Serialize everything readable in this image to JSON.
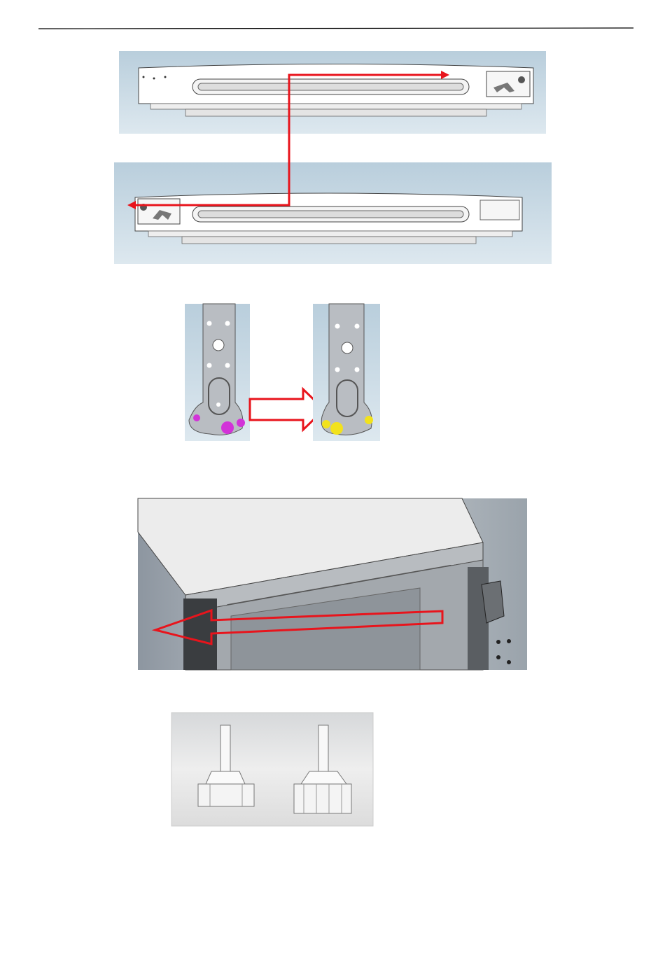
{
  "page": {
    "figures": [
      {
        "name": "door-top-view"
      },
      {
        "name": "door-flipped-view"
      },
      {
        "name": "hinge-bracket-swap"
      },
      {
        "name": "cabinet-hinge-relocation"
      },
      {
        "name": "adjustable-feet"
      }
    ]
  },
  "colors": {
    "arrow": "#e8141c",
    "panel_bg": "#c4d5e1",
    "metal": "#b9bdc2",
    "screw_magenta": "#d233d8",
    "screw_yellow": "#f2e21c",
    "rule": "#000000"
  }
}
